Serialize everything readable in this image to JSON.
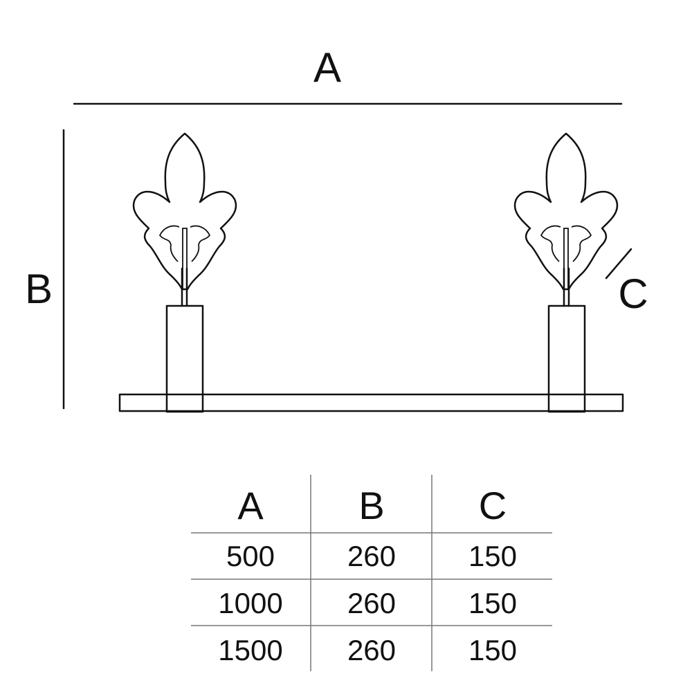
{
  "dimension_labels": {
    "a": "A",
    "b": "B",
    "c": "C"
  },
  "table": {
    "headers": [
      "A",
      "B",
      "C"
    ],
    "rows": [
      [
        "500",
        "260",
        "150"
      ],
      [
        "1000",
        "260",
        "150"
      ],
      [
        "1500",
        "260",
        "150"
      ]
    ]
  }
}
